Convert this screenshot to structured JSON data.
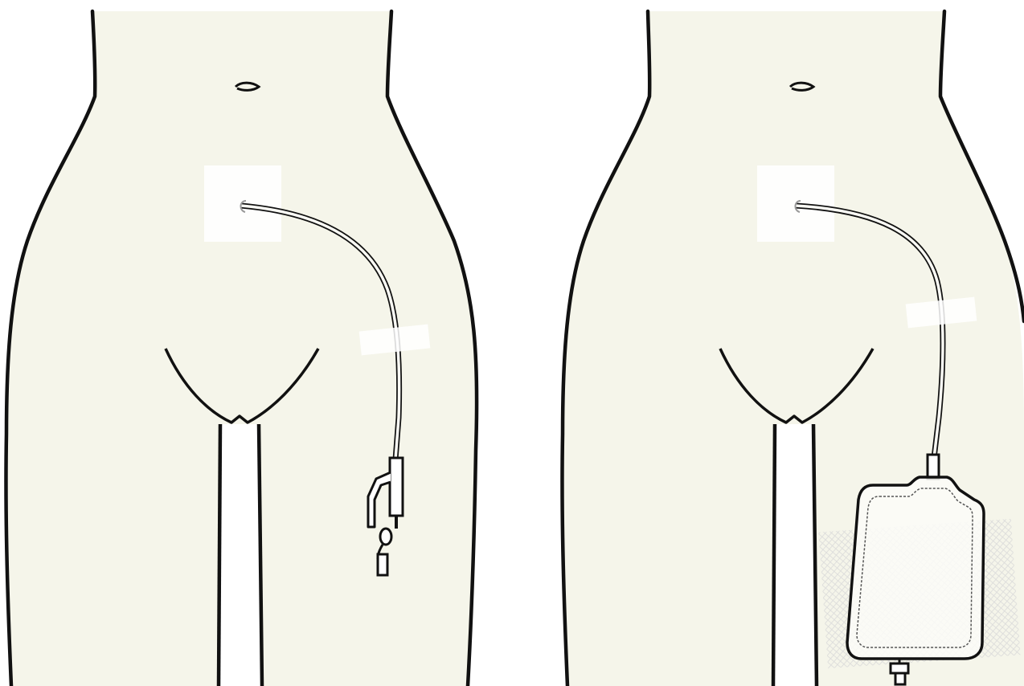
{
  "figure": {
    "panels": [
      {
        "id": "left",
        "content": "catheter-with-y-connector"
      },
      {
        "id": "right",
        "content": "catheter-with-drainage-bag"
      }
    ],
    "colors": {
      "skin": "#f5f5ea",
      "outline": "#111111",
      "dressing": "#ffffff",
      "background": "#ffffff",
      "bag_fill": "#fbfbf8"
    }
  }
}
